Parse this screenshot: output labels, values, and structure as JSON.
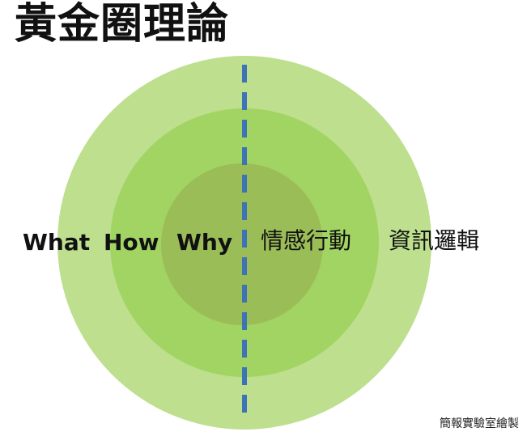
{
  "title": "黃金圈理論",
  "labels": {
    "what": "What",
    "how": "How",
    "why": "Why",
    "emotion_action": "情感行動",
    "info_logic": "資訊邏輯"
  },
  "credit": "簡報實驗室繪製",
  "colors": {
    "outer_circle": "#bddf8e",
    "middle_circle": "#a2d463",
    "inner_circle": "#9bbd57",
    "divider": "#3e73b5"
  }
}
